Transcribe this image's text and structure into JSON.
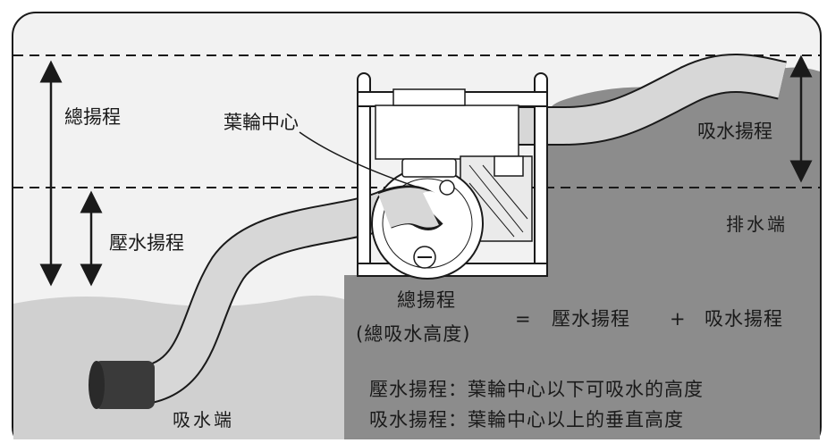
{
  "labels": {
    "total_head": "總揚程",
    "impeller_center": "葉輪中心",
    "suction_head": "吸水揚程",
    "discharge_head": "壓水揚程",
    "discharge_end": "排水端",
    "suction_end": "吸水端"
  },
  "formula": {
    "lhs_line1": "總揚程",
    "lhs_line2": "(總吸水高度)",
    "equals": "=",
    "term1": "壓水揚程",
    "plus": "+",
    "term2": "吸水揚程"
  },
  "definitions": {
    "line1": "壓水揚程：葉輪中心以下可吸水的高度",
    "line2": "吸水揚程：葉輪中心以上的垂直高度"
  },
  "colors": {
    "background": "#f2f2f2",
    "water": "#8c8c8c",
    "ground": "#d0d0d0",
    "hose": "#d7d7d7",
    "strainer": "#3a3a3a",
    "ink": "#1a1a1a"
  }
}
